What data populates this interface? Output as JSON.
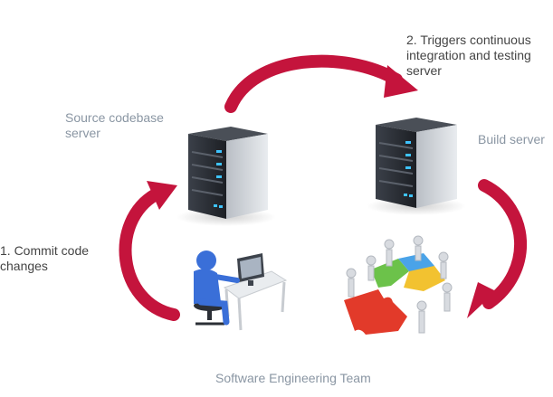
{
  "labels": {
    "step2_line1": "2. Triggers continuous",
    "step2_line2": "integration and testing",
    "step2_line3": "server",
    "source_line1": "Source codebase",
    "source_line2": "server",
    "build": "Build server",
    "step1_line1": "1. Commit code",
    "step1_line2": "changes",
    "team": "Software Engineering Team"
  },
  "icons": {
    "source_server": "server-tower-icon",
    "build_server": "server-tower-icon",
    "developer": "developer-at-desk-icon",
    "team": "puzzle-team-icon"
  },
  "colors": {
    "arrow": "#c4143c",
    "server_body": "#2b2f36",
    "server_led": "#3ec3ff",
    "person": "#3a6fd8",
    "puzzle_red": "#e23a2a",
    "puzzle_green": "#6cc24a",
    "puzzle_yellow": "#f2c230",
    "puzzle_blue": "#4aa3e8"
  }
}
